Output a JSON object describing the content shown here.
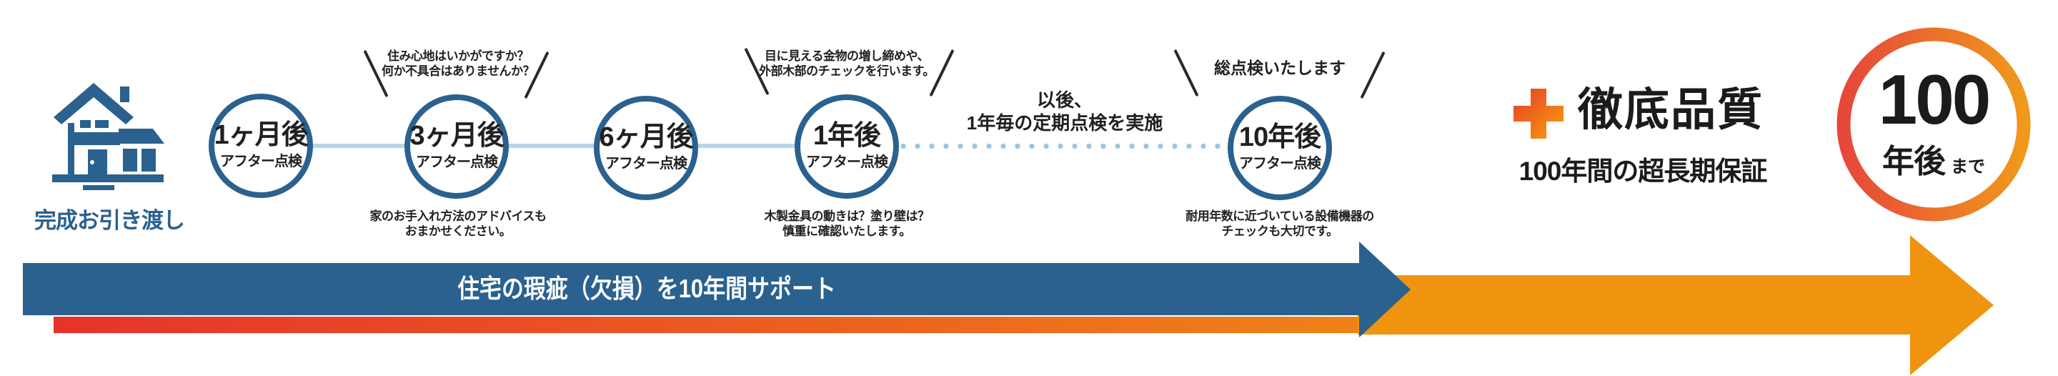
{
  "start": {
    "label": "完成お引き渡し"
  },
  "timeline": [
    {
      "period": "1ヶ月後",
      "sub": "アフター点検"
    },
    {
      "period": "3ヶ月後",
      "sub": "アフター点検",
      "note_top": [
        "住み心地はいかがですか？",
        "何か不具合はありませんか？"
      ],
      "note_bottom": [
        "家のお手入れ方法のアドバイスも",
        "おまかせください。"
      ]
    },
    {
      "period": "6ヶ月後",
      "sub": "アフター点検"
    },
    {
      "period": "1年後",
      "sub": "アフター点検",
      "note_top": [
        "目に見える金物の増し締めや、",
        "外部木部のチェックを行います。"
      ],
      "note_bottom": [
        "木製金具の動きは？塗り壁は？",
        "慎重に確認いたします。"
      ]
    },
    {
      "period": "10年後",
      "sub": "アフター点検",
      "note_top": [
        "総点検いたします"
      ],
      "note_bottom": [
        "耐用年数に近づいている設備機器の",
        "チェックも大切です。"
      ]
    }
  ],
  "interval_note": [
    "以後、",
    "1年毎の定期点検を実施"
  ],
  "support_arrow": {
    "label": "住宅の瑕疵（欠損）を10年間サポート"
  },
  "quality": {
    "title": "徹底品質",
    "subtitle": "100年間の超長期保証"
  },
  "badge": {
    "number": "100",
    "unit": "年後",
    "suffix": "まで"
  },
  "icons": {
    "house": "house-icon",
    "plus": "plus-cross-icon"
  },
  "colors": {
    "primary_blue": "#2a618e",
    "light_blue_line": "#b7d5e8",
    "dotted_line_blue": "#9ac6e0",
    "orange": "#f0930f",
    "red": "#e6332a",
    "ink": "#221f1f",
    "white": "#ffffff"
  }
}
